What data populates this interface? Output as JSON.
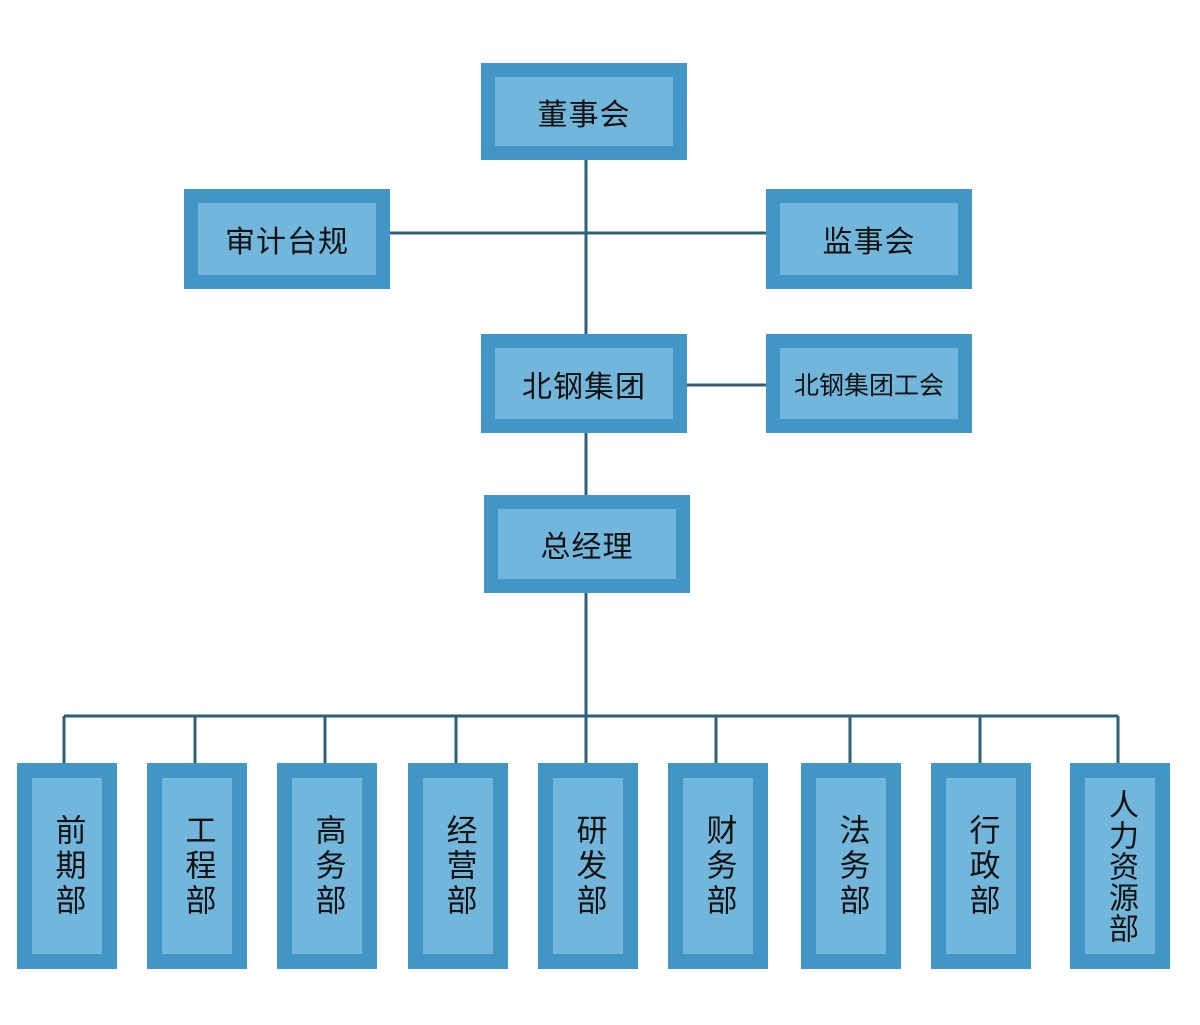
{
  "nodes": {
    "board": "董事会",
    "audit": "审计台规",
    "supervisory": "监事会",
    "group": "北钢集团",
    "union": "北钢集团工会",
    "gm": "总经理"
  },
  "departments": [
    "前期部",
    "工程部",
    "高务部",
    "经营部",
    "研发部",
    "财务部",
    "法务部",
    "行政部",
    "人力资源部"
  ],
  "colors": {
    "box_outer": "#4196c6",
    "box_inner": "#73b6dc",
    "connector": "#2f5f7a"
  }
}
